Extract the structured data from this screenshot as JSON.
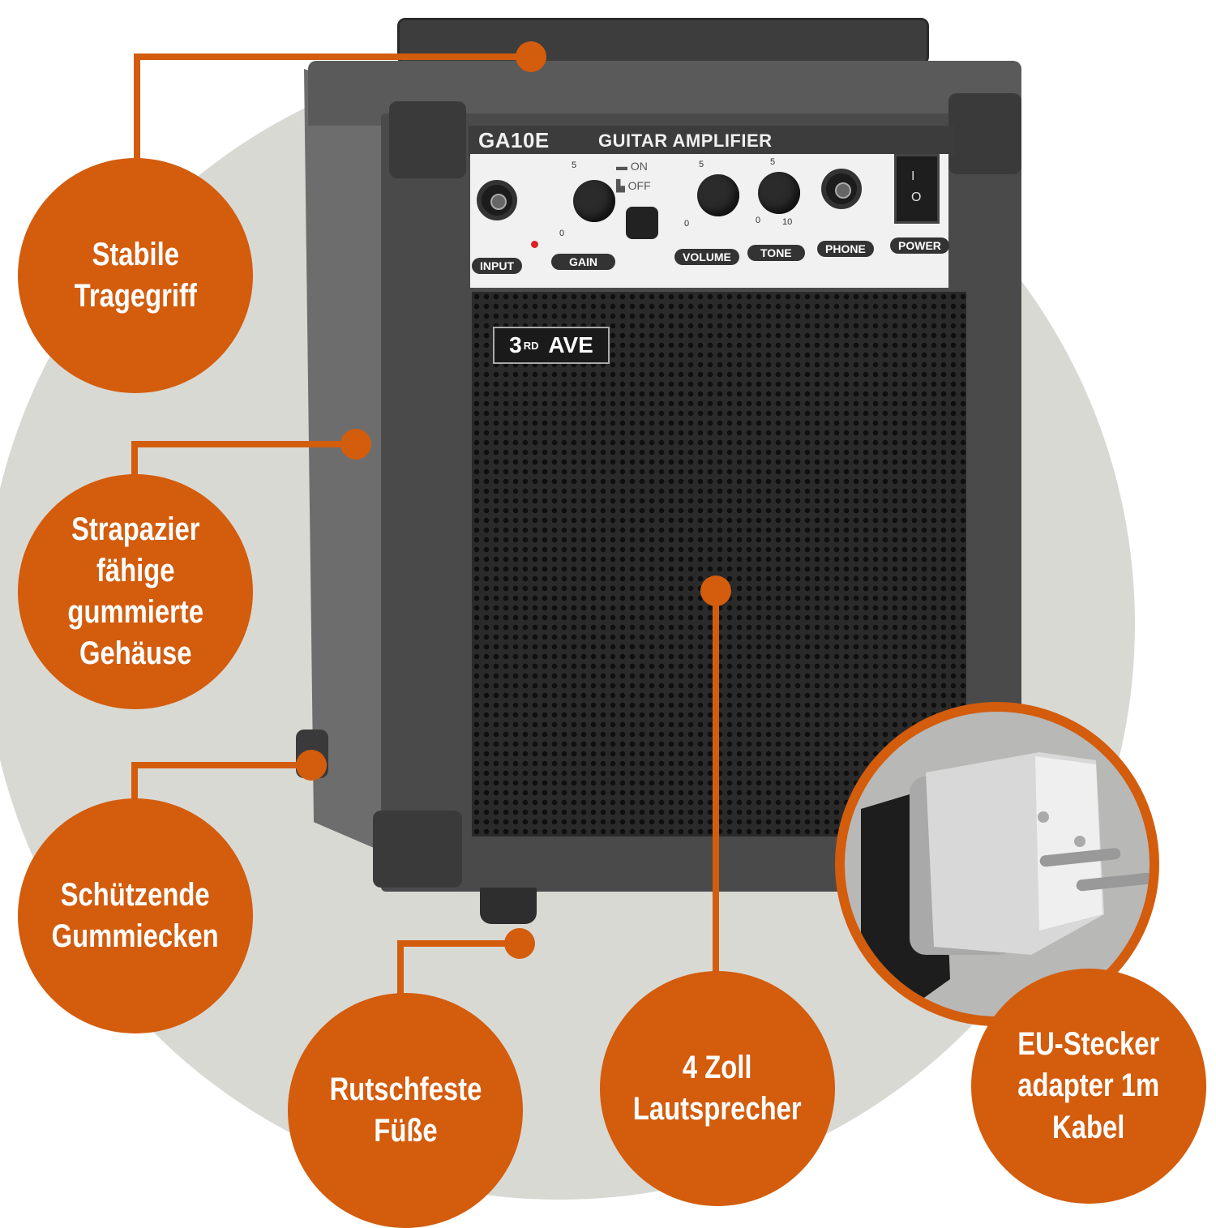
{
  "product": {
    "model": "GA10E",
    "type_label": "GUITAR AMPLIFIER",
    "brand_badge": {
      "main": "3",
      "superscript": "RD",
      "rest": "AVE"
    },
    "controls": {
      "input": "INPUT",
      "gain": "GAIN",
      "switch_on": "ON",
      "switch_off": "OFF",
      "volume": "VOLUME",
      "tone": "TONE",
      "phone": "PHONE",
      "power": "POWER",
      "power_on_symbol": "I",
      "power_off_symbol": "O",
      "scale_min": "0",
      "scale_mid": "5",
      "scale_max": "10"
    }
  },
  "callouts": [
    {
      "id": "handle",
      "lines": [
        "Stabile",
        "Tragegriff"
      ]
    },
    {
      "id": "housing",
      "lines": [
        "Strapazier",
        "fähige",
        "gummierte",
        "Gehäuse"
      ]
    },
    {
      "id": "corners",
      "lines": [
        "Schützende",
        "Gummiecken"
      ]
    },
    {
      "id": "feet",
      "lines": [
        "Rutschfeste",
        "Füße"
      ]
    },
    {
      "id": "speaker",
      "lines": [
        "4 Zoll",
        "Lautsprecher"
      ]
    },
    {
      "id": "plug",
      "lines": [
        "EU-Stecker",
        "adapter 1m",
        "Kabel"
      ]
    }
  ],
  "colors": {
    "accent": "#d35c0d",
    "background_circle": "#d9d9d4",
    "amp_body": "#4a4a4a"
  }
}
